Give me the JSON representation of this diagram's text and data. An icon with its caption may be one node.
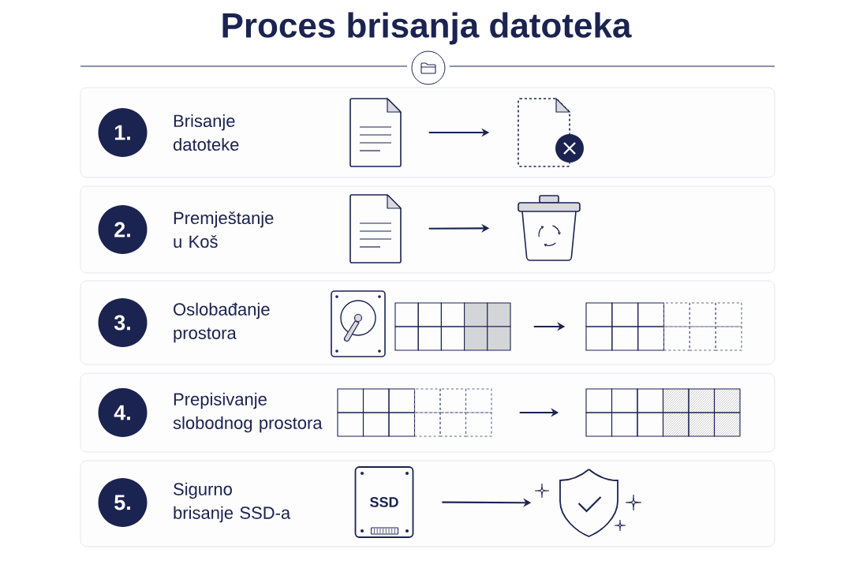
{
  "diagram": {
    "title": "Proces brisanja datoteka",
    "nodes": [
      {
        "text": [
          "Brisanje datoteke"
        ]
      },
      {
        "text": [
          "1."
        ],
        "in": 0
      },
      {
        "text": [],
        "shape": "document",
        "in": 0
      },
      {
        "text": [],
        "shape": "document",
        "in": 0
      },
      {
        "text": [
          "Premještanje u Koš"
        ]
      },
      {
        "text": [
          "2."
        ],
        "in": 4
      },
      {
        "text": [],
        "shape": "document",
        "in": 4
      },
      {
        "text": [],
        "shape": "trash",
        "in": 4
      },
      {
        "text": [
          "Oslobađanje prostora"
        ]
      },
      {
        "text": [
          "3."
        ],
        "in": 8
      },
      {
        "text": [],
        "shape": "grid",
        "in": 8
      },
      {
        "text": [],
        "shape": "grid",
        "in": 8
      },
      {
        "text": [
          "Prepisivanje slobodnog prostora"
        ]
      },
      {
        "text": [
          "4."
        ],
        "in": 12
      },
      {
        "text": [],
        "shape": "grid",
        "in": 12
      },
      {
        "text": [],
        "shape": "grid",
        "in": 12
      },
      {
        "text": [
          "Sigurno brisanje SSD-a"
        ]
      },
      {
        "text": [
          "5."
        ],
        "in": 16
      },
      {
        "text": [
          "SSD"
        ],
        "in": 16
      },
      {
        "text": [],
        "shape": "shield",
        "in": 16
      }
    ],
    "edges": [
      {
        "from": 2,
        "to": 3,
        "arrow": "to"
      },
      {
        "from": 6,
        "to": 7,
        "arrow": "to"
      },
      {
        "from": 10,
        "to": 11,
        "arrow": "to"
      },
      {
        "from": 14,
        "to": 15,
        "arrow": "to"
      },
      {
        "from": 18,
        "to": 19,
        "arrow": "to"
      }
    ]
  }
}
